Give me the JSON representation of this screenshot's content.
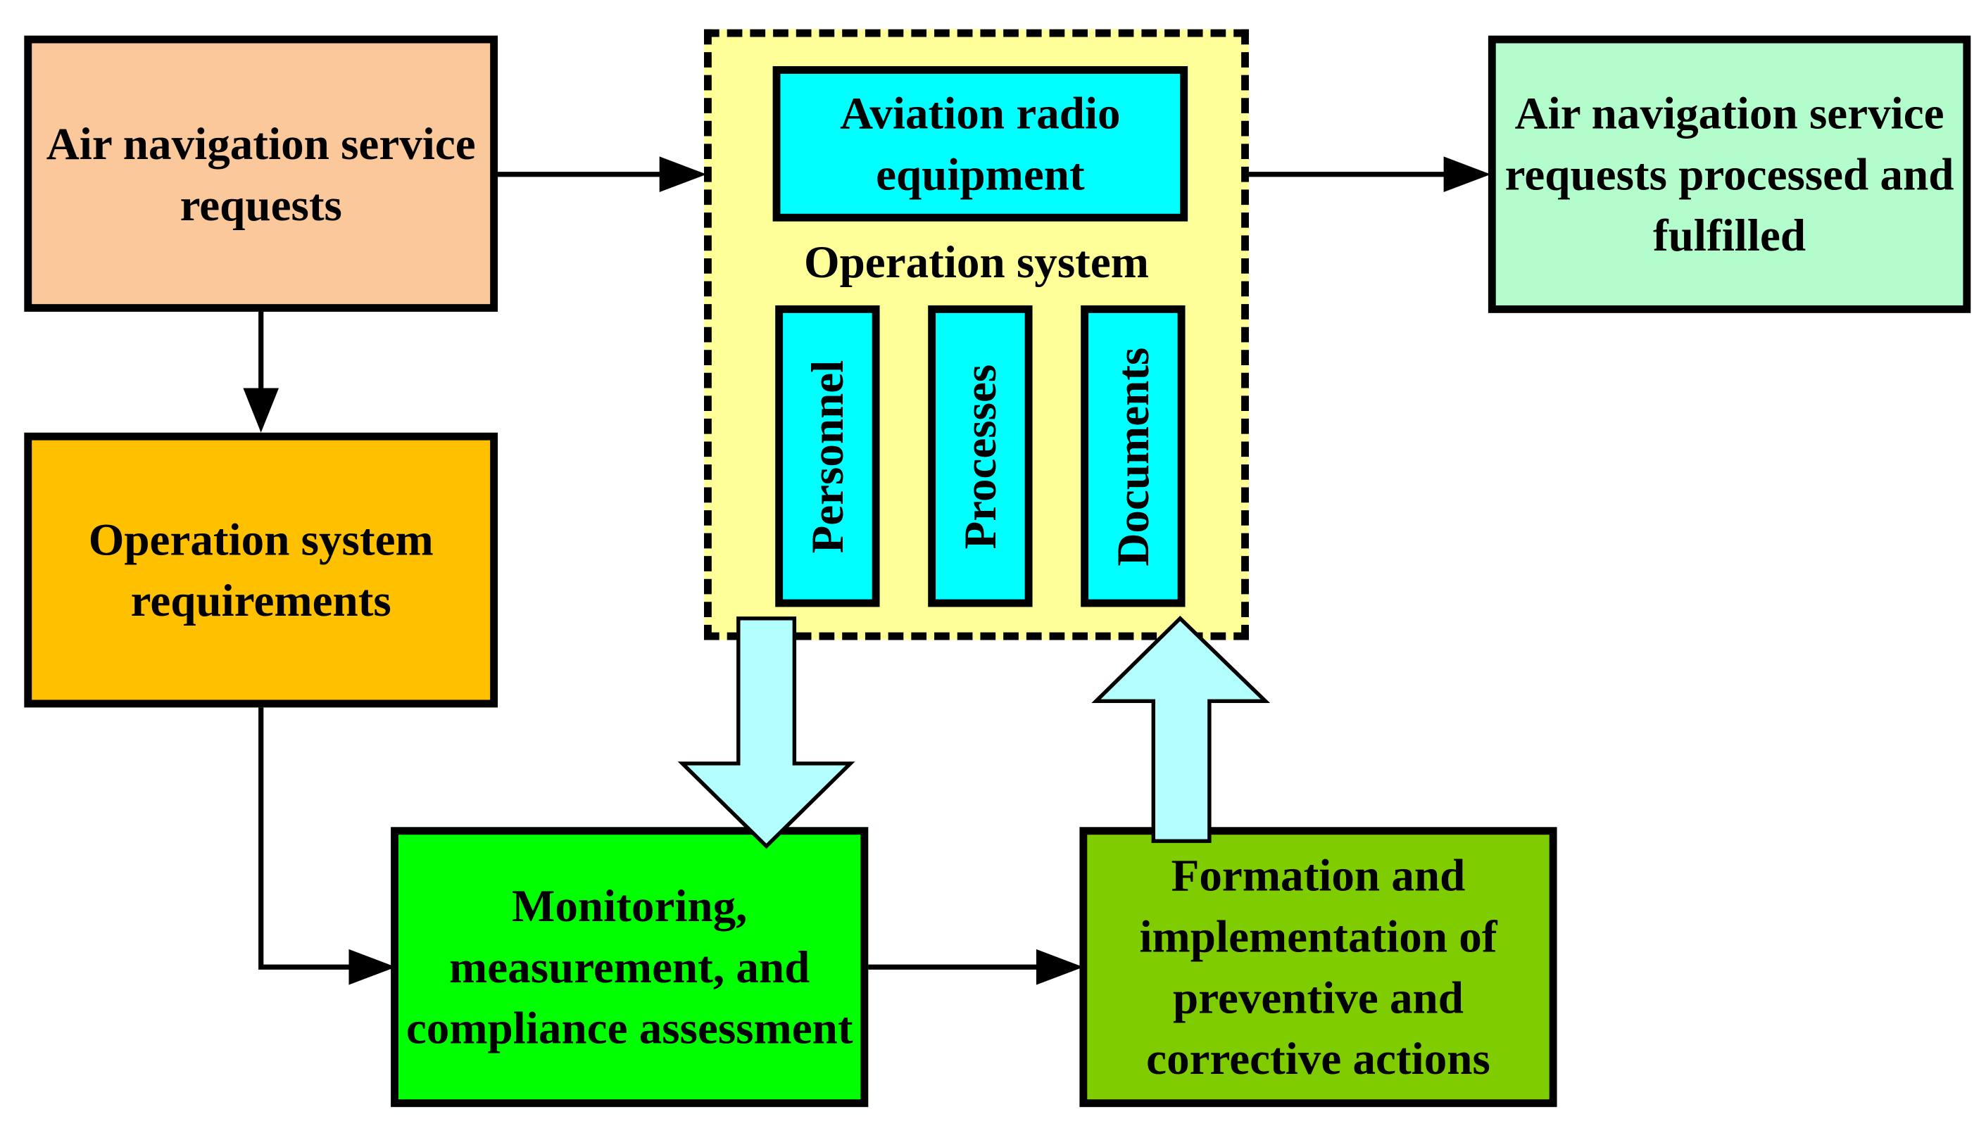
{
  "diagram": {
    "service_requests": "Air navigation service requests",
    "system_requirements": "Operation system requirements",
    "operation_system": {
      "label": "Operation system",
      "radio_equipment": "Aviation radio equipment",
      "personnel": "Personnel",
      "processes": "Processes",
      "documents": "Documents"
    },
    "requests_fulfilled": "Air navigation service requests processed and fulfilled",
    "monitoring": "Monitoring, measurement, and compliance assessment",
    "actions": "Formation and implementation of preventive and corrective actions"
  },
  "colors": {
    "service_requests": "#fbc89c",
    "system_requirements": "#ffc000",
    "operation_system_frame": "#ffff99",
    "operation_system_elements": "#00ffff",
    "requests_fulfilled": "#b3fdcd",
    "monitoring": "#00ff00",
    "actions": "#7fcc00",
    "feedback_arrows": "#b3ffff"
  }
}
